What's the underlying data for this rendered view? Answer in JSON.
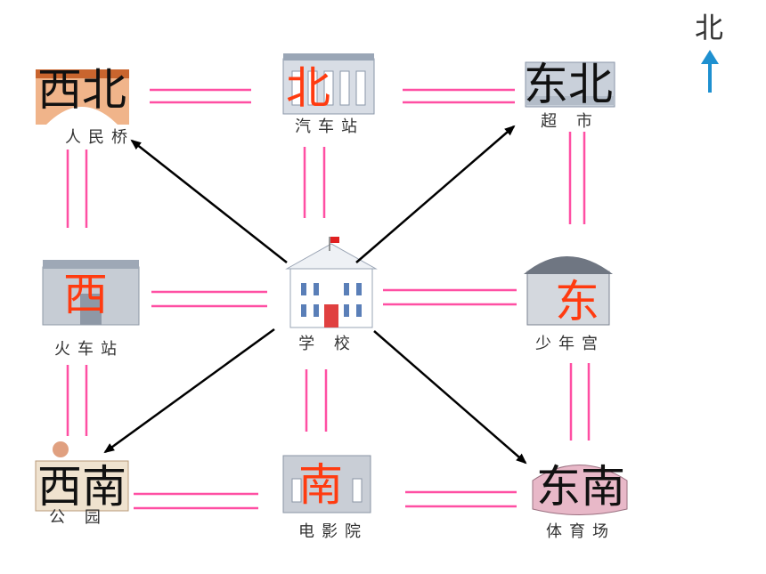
{
  "compass": {
    "north_label": "北"
  },
  "directions": {
    "northwest": "西北",
    "north": "北",
    "northeast": "东北",
    "west": "西",
    "east": "东",
    "southwest": "西南",
    "south": "南",
    "southeast": "东南"
  },
  "places": {
    "northwest": "人民桥",
    "north": "汽车站",
    "northeast": "超 市",
    "west": "火车站",
    "center": "学 校",
    "east": "少年宫",
    "southwest": "公 园",
    "south": "电影院",
    "southeast": "体育场"
  },
  "colors": {
    "road": "#ff4fa3",
    "arrow": "#000000",
    "red_direction": "#ff3b10",
    "black_direction": "#111111",
    "compass_arrow": "#1e90d0"
  }
}
